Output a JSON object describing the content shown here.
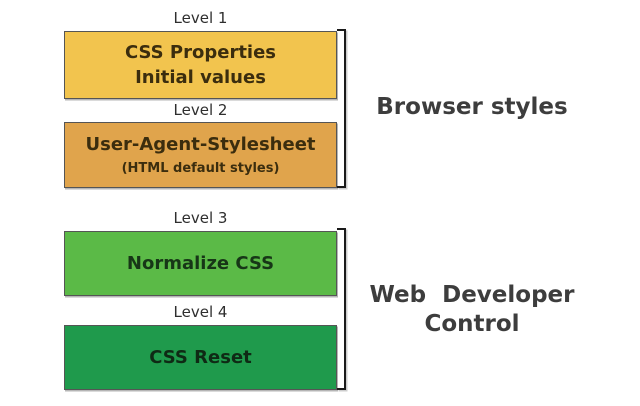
{
  "canvas": {
    "background": "#ffffff"
  },
  "groups": [
    {
      "bracket_label": "Browser styles",
      "levels": [
        {
          "level_label": "Level 1",
          "title": "CSS Properties",
          "title2": "Initial values",
          "fill": "#F2C44E",
          "text_color": "#3B2D0E"
        },
        {
          "level_label": "Level 2",
          "title": "User-Agent-Stylesheet",
          "note": "(HTML default styles)",
          "fill": "#E0A44C",
          "text_color": "#3B2D0E"
        }
      ]
    },
    {
      "bracket_label": "Web  Developer\nControl",
      "levels": [
        {
          "level_label": "Level 3",
          "title": "Normalize CSS",
          "fill": "#5BBA47",
          "text_color": "#173617"
        },
        {
          "level_label": "Level 4",
          "title": "CSS Reset",
          "fill": "#1F9A4C",
          "text_color": "#0F2A15"
        }
      ]
    }
  ]
}
